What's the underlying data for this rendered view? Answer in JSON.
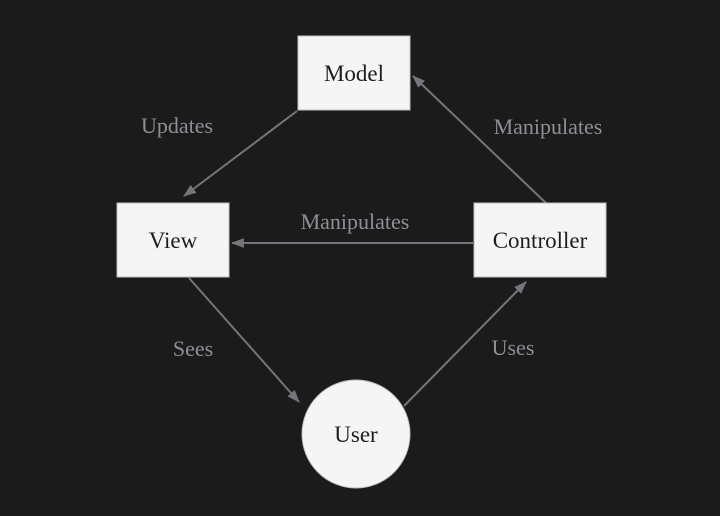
{
  "diagram": {
    "type": "flowchart",
    "nodes": {
      "model": {
        "label": "Model",
        "shape": "rectangle"
      },
      "view": {
        "label": "View",
        "shape": "rectangle"
      },
      "controller": {
        "label": "Controller",
        "shape": "rectangle"
      },
      "user": {
        "label": "User",
        "shape": "circle"
      }
    },
    "edges": [
      {
        "label": "Updates",
        "from": "Model",
        "to": "View"
      },
      {
        "label": "Manipulates",
        "from": "Controller",
        "to": "Model"
      },
      {
        "label": "Manipulates",
        "from": "Controller",
        "to": "View"
      },
      {
        "label": "Sees",
        "from": "View",
        "to": "User"
      },
      {
        "label": "Uses",
        "from": "User",
        "to": "Controller"
      }
    ],
    "colors": {
      "background": "#1a1b1a",
      "node_fill": "#f5f5f5",
      "node_border": "#bfbfbf",
      "node_text": "#1d1d1f",
      "edge_line": "#74757d",
      "edge_label": "#8e8f97"
    }
  }
}
